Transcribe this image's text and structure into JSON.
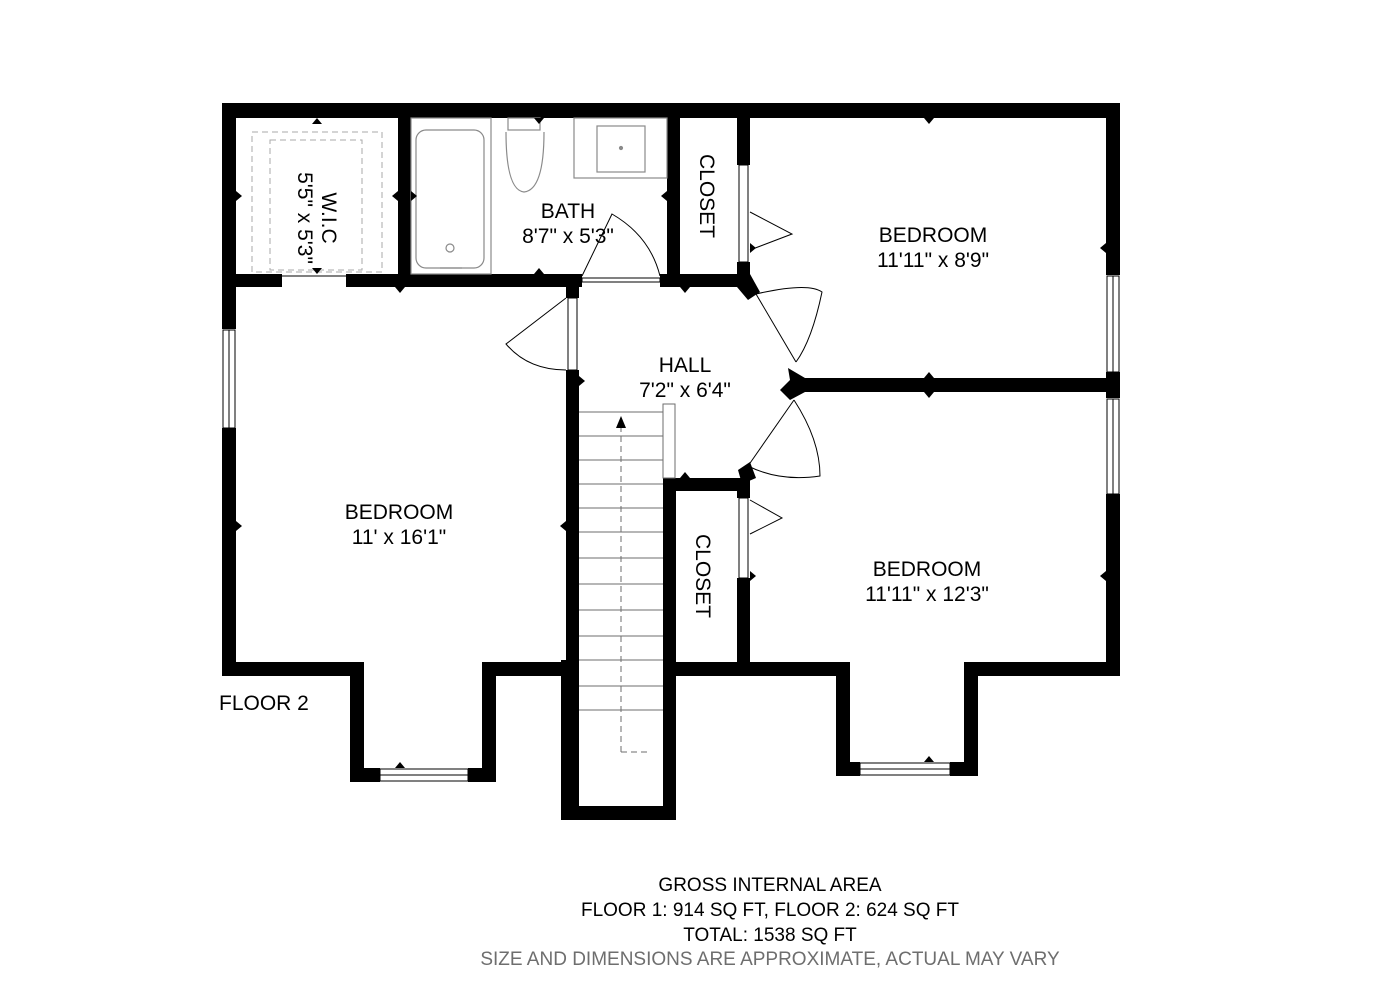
{
  "floor_label": "FLOOR 2",
  "rooms": {
    "wic": {
      "name": "W.I.C",
      "size": "5'5\" x 5'3\""
    },
    "bath": {
      "name": "BATH",
      "size": "8'7\" x 5'3\""
    },
    "closet_top": {
      "name": "CLOSET"
    },
    "bedroom_ne": {
      "name": "BEDROOM",
      "size": "11'11\" x 8'9\""
    },
    "hall": {
      "name": "HALL",
      "size": "7'2\" x 6'4\""
    },
    "bedroom_w": {
      "name": "BEDROOM",
      "size": "11' x 16'1\""
    },
    "closet_mid": {
      "name": "CLOSET"
    },
    "bedroom_se": {
      "name": "BEDROOM",
      "size": "11'11\" x 12'3\""
    }
  },
  "area_summary": {
    "heading": "GROSS INTERNAL AREA",
    "floors_line": "FLOOR 1: 914 SQ FT, FLOOR 2: 624 SQ FT",
    "total_line": "TOTAL: 1538 SQ FT",
    "disclaimer": "SIZE AND DIMENSIONS ARE APPROXIMATE, ACTUAL MAY VARY"
  },
  "colors": {
    "wall": "#000000",
    "fixture": "#9a9a9a",
    "disclaimer": "#6e6e6e"
  }
}
